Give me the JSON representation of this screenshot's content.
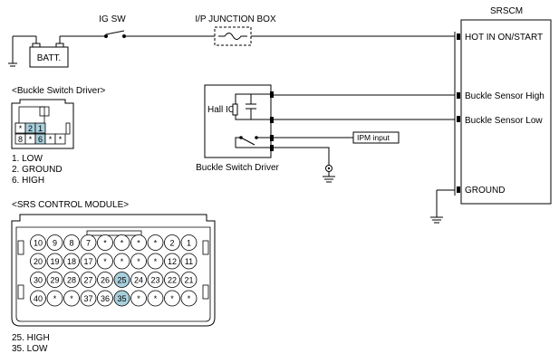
{
  "labels": {
    "ig_sw": "IG SW",
    "junction_box": "I/P JUNCTION BOX",
    "batt": "BATT.",
    "srscm": "SRSCM",
    "hot_in": "HOT IN ON/START",
    "buckle_high": "Buckle Sensor High",
    "buckle_low": "Buckle Sensor Low",
    "ground": "GROUND",
    "hall_ic": "Hall IC",
    "ipm_input": "IPM input",
    "buckle_switch_driver": "Buckle Switch Driver",
    "buckle_switch_driver_title": "<Buckle Switch Driver>",
    "srs_control_module_title": "<SRS CONTROL MODULE>"
  },
  "buckle_connector": {
    "top_row": [
      "*",
      "2",
      "1"
    ],
    "bottom_row": [
      "8",
      "*",
      "6",
      "*",
      "*"
    ],
    "highlight_pins": [
      "2",
      "1",
      "6"
    ],
    "pin_notes": [
      "1. LOW",
      "2. GROUND",
      "6. HIGH"
    ]
  },
  "srs_connector": {
    "rows": [
      [
        "10",
        "9",
        "8",
        "7",
        "*",
        "*",
        "*",
        "*",
        "2",
        "1"
      ],
      [
        "20",
        "19",
        "18",
        "17",
        "*",
        "*",
        "*",
        "*",
        "12",
        "11"
      ],
      [
        "30",
        "29",
        "28",
        "27",
        "26",
        "25",
        "24",
        "23",
        "22",
        "21"
      ],
      [
        "40",
        "*",
        "*",
        "37",
        "36",
        "35",
        "*",
        "*",
        "*",
        "*"
      ]
    ],
    "highlight_pins": [
      "25",
      "35"
    ],
    "pin_notes": [
      "25. HIGH",
      "35. LOW"
    ]
  },
  "colors": {
    "highlight": "#a9d0dc",
    "line": "#000000"
  }
}
